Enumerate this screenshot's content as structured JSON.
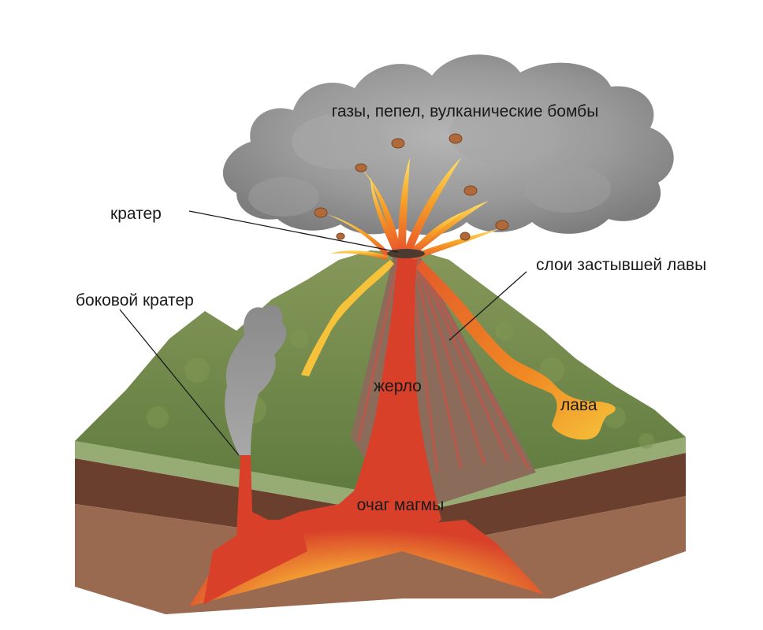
{
  "labels": {
    "gases": "газы, пепел, вулканические бомбы",
    "crater": "кратер",
    "side_crater": "боковой кратер",
    "lava_layers": "слои застывшей лавы",
    "vent": "жерло",
    "lava": "лава",
    "magma_chamber": "очаг магмы"
  },
  "colors": {
    "smoke": "#8f8f8f",
    "grass": "#6f8748",
    "soil_top": "#6b3f2e",
    "soil_bottom": "#9a6a50",
    "magma": "#d8402a",
    "lava_yellow": "#f5c23a",
    "lava_orange": "#f08a24"
  }
}
